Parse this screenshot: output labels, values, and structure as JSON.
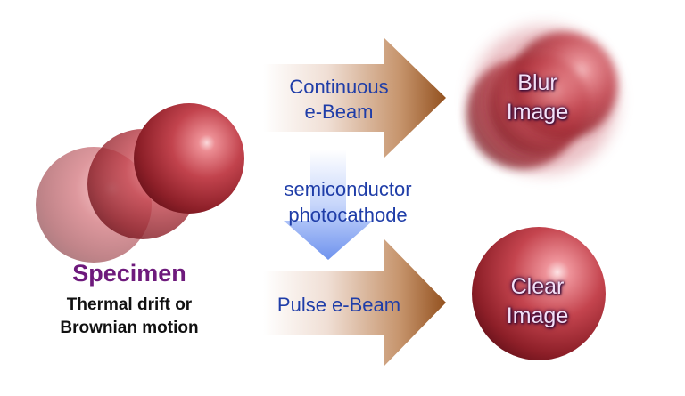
{
  "specimen": {
    "title": "Specimen",
    "caption_line1": "Thermal drift or",
    "caption_line2": "Brownian motion"
  },
  "continuous_beam": {
    "line1": "Continuous",
    "line2": "e-Beam"
  },
  "photocathode": {
    "line1": "semiconductor",
    "line2": "photocathode"
  },
  "pulse_beam": {
    "label": "Pulse e-Beam"
  },
  "blur_image": {
    "line1": "Blur",
    "line2": "Image"
  },
  "clear_image": {
    "line1": "Clear",
    "line2": "Image"
  },
  "colors": {
    "sphere": "#b83c46",
    "sphere_highlight": "#f4b8bc",
    "arrow_brown": "#9a5a28",
    "photocathode_arrow": "#7e9ef2",
    "label_blue": "#1f3da8",
    "specimen_purple": "#6e1a7c"
  }
}
